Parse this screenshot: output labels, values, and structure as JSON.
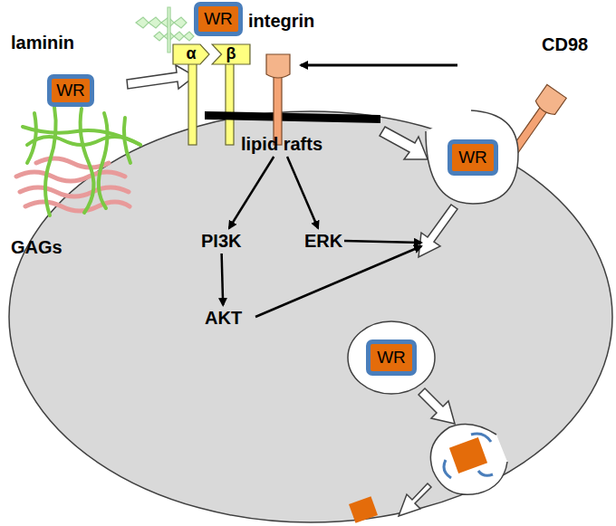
{
  "diagram": {
    "nodes": [
      {
        "text": [
          "laminin"
        ]
      },
      {
        "text": [
          "WR"
        ]
      },
      {
        "text": [
          "WR"
        ]
      },
      {
        "text": [
          "integrin"
        ]
      },
      {
        "text": [
          "α"
        ]
      },
      {
        "text": [
          "β"
        ]
      },
      {
        "text": [
          "CD98"
        ]
      },
      {
        "text": [
          "lipid rafts"
        ]
      },
      {
        "text": [
          "GAGs"
        ]
      },
      {
        "text": [
          "PI3K"
        ]
      },
      {
        "text": [
          "ERK"
        ]
      },
      {
        "text": [
          "AKT"
        ]
      },
      {
        "text": [
          "WR"
        ]
      },
      {
        "text": [
          "WR"
        ]
      }
    ],
    "edges": [
      {
        "from": 7,
        "to": 9,
        "arrow": "to"
      },
      {
        "from": 7,
        "to": 10,
        "arrow": "to"
      },
      {
        "from": 9,
        "to": 11,
        "arrow": "to"
      }
    ]
  }
}
